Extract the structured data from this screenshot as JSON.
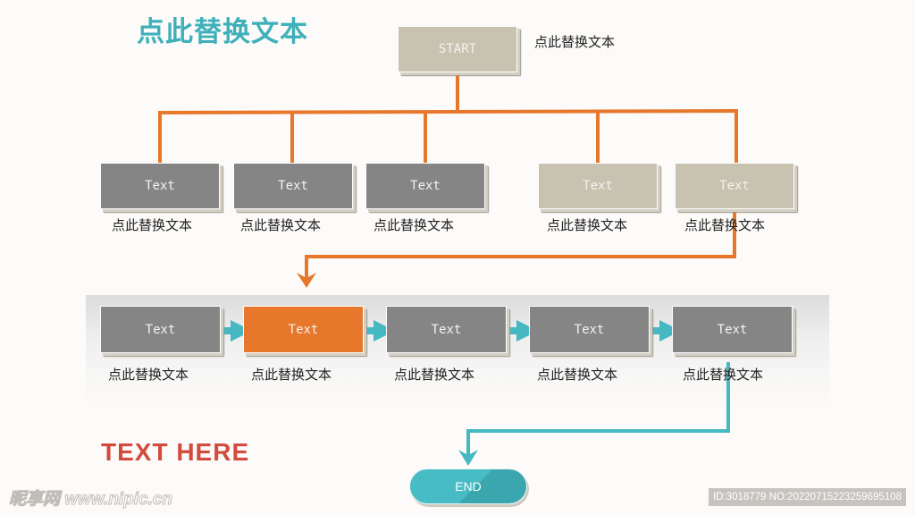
{
  "title": "点此替换文本",
  "start": {
    "label": "START",
    "caption": "点此替换文本"
  },
  "row1": [
    {
      "label": "Text",
      "caption": "点此替换文本",
      "style": "gray"
    },
    {
      "label": "Text",
      "caption": "点此替换文本",
      "style": "gray"
    },
    {
      "label": "Text",
      "caption": "点此替换文本",
      "style": "gray"
    },
    {
      "label": "Text",
      "caption": "点此替换文本",
      "style": "beige"
    },
    {
      "label": "Text",
      "caption": "点此替换文本",
      "style": "beige"
    }
  ],
  "row2": [
    {
      "label": "Text",
      "caption": "点此替换文本",
      "style": "gray"
    },
    {
      "label": "Text",
      "caption": "点此替换文本",
      "style": "orange"
    },
    {
      "label": "Text",
      "caption": "点此替换文本",
      "style": "gray"
    },
    {
      "label": "Text",
      "caption": "点此替换文本",
      "style": "gray"
    },
    {
      "label": "Text",
      "caption": "点此替换文本",
      "style": "gray"
    }
  ],
  "text_here": "TEXT HERE",
  "end": {
    "label": "END"
  },
  "watermark": "昵享网 www.nipic.cn",
  "id_bar": "ID:3018779 NO:20220715223259695108",
  "colors": {
    "orange": "#e7772b",
    "teal": "#45b8c1",
    "gray": "#858585",
    "beige": "#c8c2b0",
    "title": "#3fb0ba",
    "accent_red": "#d34b3e"
  }
}
